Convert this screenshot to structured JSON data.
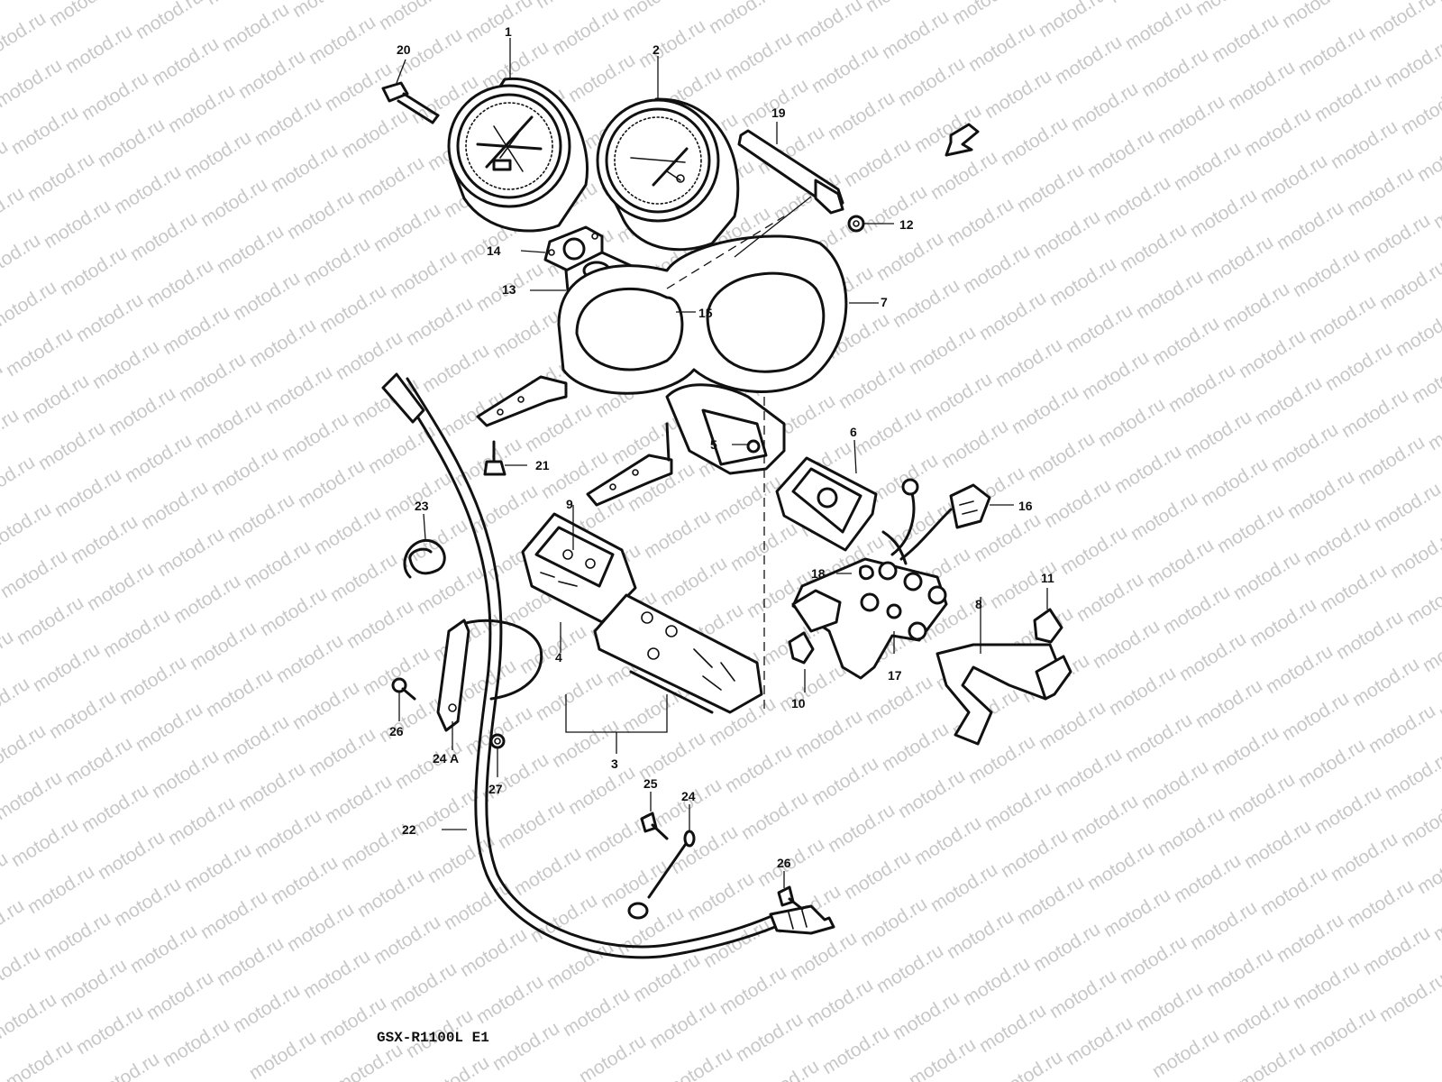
{
  "watermark": {
    "text": "motod.ru",
    "color": "#c8c8c8"
  },
  "model_label": "GSX-R1100L E1",
  "callouts": [
    {
      "id": "1",
      "label": "1"
    },
    {
      "id": "2",
      "label": "2"
    },
    {
      "id": "3",
      "label": "3"
    },
    {
      "id": "4",
      "label": "4"
    },
    {
      "id": "5",
      "label": "5"
    },
    {
      "id": "6",
      "label": "6"
    },
    {
      "id": "7",
      "label": "7"
    },
    {
      "id": "8",
      "label": "8"
    },
    {
      "id": "9",
      "label": "9"
    },
    {
      "id": "10",
      "label": "10"
    },
    {
      "id": "11",
      "label": "11"
    },
    {
      "id": "12",
      "label": "12"
    },
    {
      "id": "13",
      "label": "13"
    },
    {
      "id": "14",
      "label": "14"
    },
    {
      "id": "15",
      "label": "15"
    },
    {
      "id": "16",
      "label": "16"
    },
    {
      "id": "17",
      "label": "17"
    },
    {
      "id": "18",
      "label": "18"
    },
    {
      "id": "19",
      "label": "19"
    },
    {
      "id": "20",
      "label": "20"
    },
    {
      "id": "21",
      "label": "21"
    },
    {
      "id": "22",
      "label": "22"
    },
    {
      "id": "23",
      "label": "23"
    },
    {
      "id": "24",
      "label": "24"
    },
    {
      "id": "24A",
      "label": "24 A"
    },
    {
      "id": "25",
      "label": "25"
    },
    {
      "id": "26a",
      "label": "26"
    },
    {
      "id": "26b",
      "label": "26"
    },
    {
      "id": "27",
      "label": "27"
    }
  ]
}
